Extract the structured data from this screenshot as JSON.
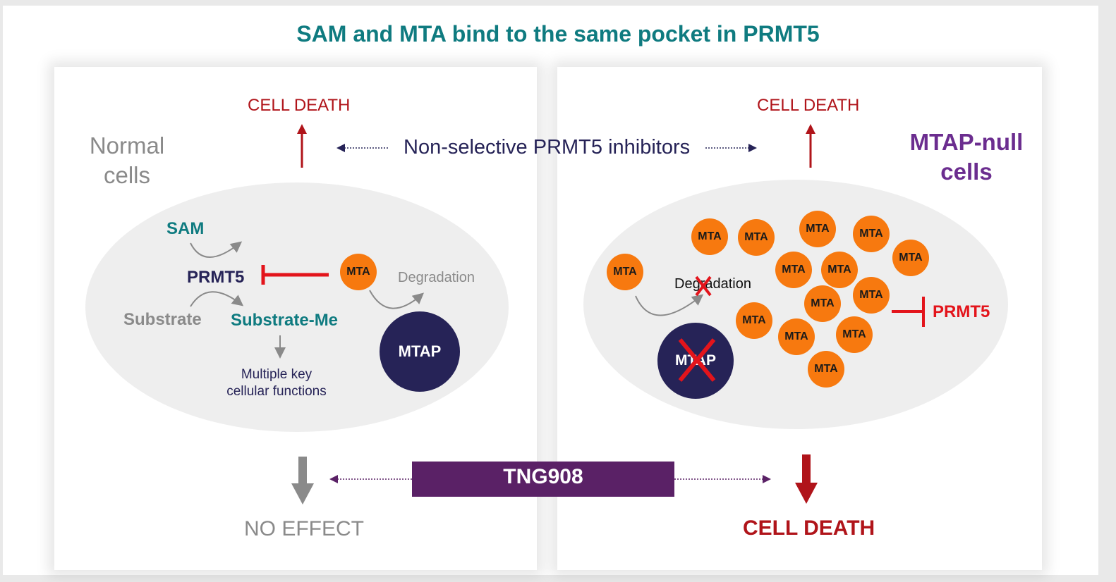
{
  "title": "SAM and MTA bind to the same pocket in PRMT5",
  "top": {
    "left_outcome": "CELL DEATH",
    "right_outcome": "CELL DEATH",
    "inhibitor_label": "Non-selective PRMT5 inhibitors"
  },
  "left": {
    "cell_label_line1": "Normal",
    "cell_label_line2": "cells",
    "sam": "SAM",
    "prmt5": "PRMT5",
    "substrate": "Substrate",
    "substrate_me": "Substrate-Me",
    "functions_line1": "Multiple key",
    "functions_line2": "cellular functions",
    "mta": "MTA",
    "degradation": "Degradation",
    "mtap": "MTAP",
    "outcome": "NO EFFECT"
  },
  "right": {
    "cell_label_line1": "MTAP-null",
    "cell_label_line2": "cells",
    "mta_label": "MTA",
    "degradation": "Degradation",
    "mtap": "MTAP",
    "prmt5": "PRMT5",
    "outcome": "CELL DEATH"
  },
  "bottom": {
    "drug": "TNG908"
  },
  "colors": {
    "teal": "#0f7b80",
    "dark_red": "#b0141a",
    "bright_red": "#e3141b",
    "purple": "#6b2d8f",
    "navy": "#262357",
    "orange": "#f7790f",
    "gray": "#8a8a8a",
    "drug_bar": "#5a2166"
  }
}
